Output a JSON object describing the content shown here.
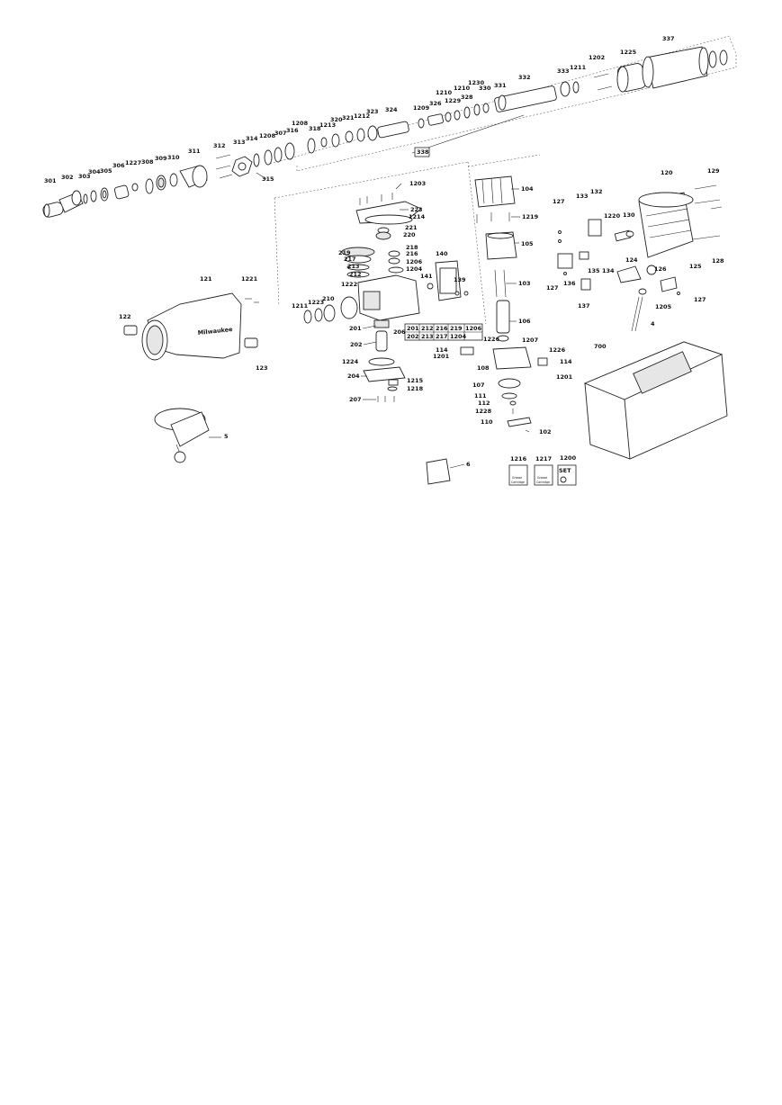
{
  "labels": {
    "l301": "301",
    "l302": "302",
    "l303": "303",
    "l304": "304",
    "l305": "305",
    "l306": "306",
    "l1227": "1227",
    "l308": "308",
    "l309": "309",
    "l310": "310",
    "l311": "311",
    "l312": "312",
    "l313": "313",
    "l314": "314",
    "l1208a": "1208",
    "l307": "307",
    "l316": "316",
    "l1208b": "1208",
    "l315": "315",
    "l318": "318",
    "l1213": "1213",
    "l320": "320",
    "l321": "321",
    "l1212": "1212",
    "l323": "323",
    "l324": "324",
    "l1209": "1209",
    "l326": "326",
    "l1229": "1229",
    "l1210a": "1210",
    "l1210b": "1210",
    "l328": "328",
    "l1230": "1230",
    "l330": "330",
    "l331": "331",
    "l332": "332",
    "l338": "338",
    "l333": "333",
    "l1211a": "1211",
    "l1202": "1202",
    "l1225": "1225",
    "l337": "337",
    "l1203": "1203",
    "l223": "223",
    "l1214": "1214",
    "l221": "221",
    "l220": "220",
    "l219a": "219",
    "l218": "218",
    "l217a": "217",
    "l216a": "216",
    "l1206a": "1206",
    "l213a": "213",
    "l1204a": "1204",
    "l212": "212",
    "l140": "140",
    "l141": "141",
    "l139": "139",
    "l1222": "1222",
    "l210": "210",
    "l1223": "1223",
    "l1211b": "1211",
    "l201": "201",
    "l202": "202",
    "l1224": "1224",
    "l204": "204",
    "l1215": "1215",
    "l1218": "1218",
    "l207": "207",
    "l206": "206",
    "l104": "104",
    "l1219": "1219",
    "l105": "105",
    "l103": "103",
    "l106": "106",
    "l1226a": "1226",
    "l1207": "1207",
    "l114a": "114",
    "l1201a": "1201",
    "l108": "108",
    "l1226b": "1226",
    "l114b": "114",
    "l1201b": "1201",
    "l107": "107",
    "l111": "111",
    "l112": "112",
    "l1228": "1228",
    "l110": "110",
    "l102": "102",
    "l120": "120",
    "l129": "129",
    "l127a": "127",
    "l133": "133",
    "l132": "132",
    "l1220": "1220",
    "l130": "130",
    "l128": "128",
    "l124": "124",
    "l126": "126",
    "l125": "125",
    "l135": "135",
    "l134": "134",
    "l136": "136",
    "l127b": "127",
    "l127c": "127",
    "l137": "137",
    "l1205": "1205",
    "l4": "4",
    "l121": "121",
    "l1221": "1221",
    "l122": "122",
    "l123": "123",
    "l5": "5",
    "l700": "700",
    "l6": "6",
    "l1216": "1216",
    "l1217": "1217",
    "l1200": "1200"
  },
  "kit_table": {
    "row1": [
      "201",
      "212",
      "216",
      "219",
      "1206"
    ],
    "row2": [
      "202",
      "213",
      "217",
      "1204"
    ]
  },
  "handle_brand": "Milwaukee",
  "cartridge_text": [
    "Grease",
    "Cartridge"
  ],
  "set_text": "SET"
}
